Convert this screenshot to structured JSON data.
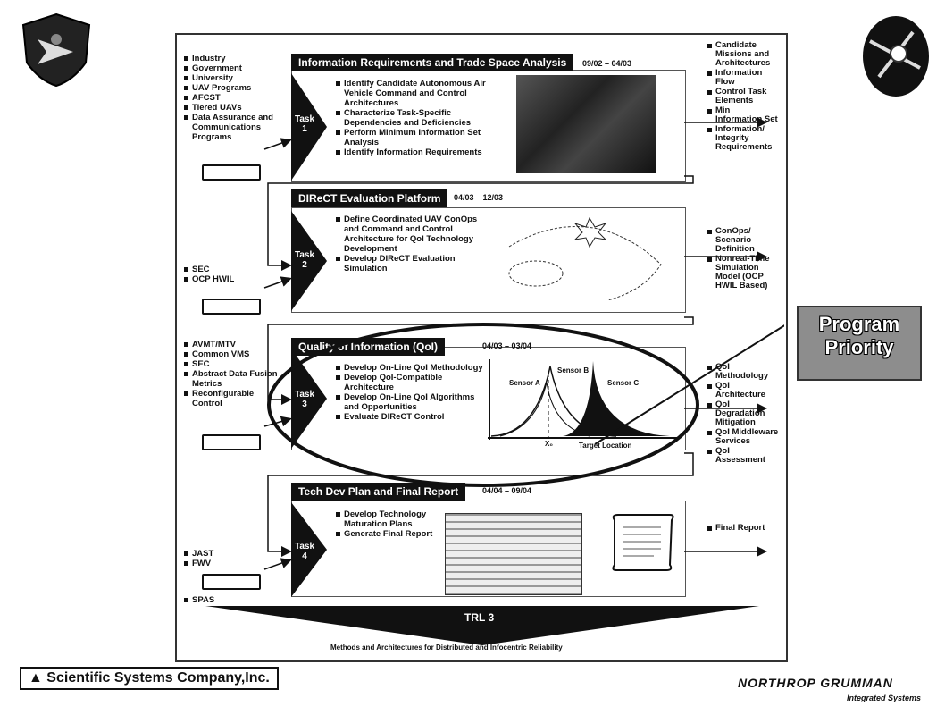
{
  "inputs": {
    "group1": [
      "Industry",
      "Government",
      "University",
      "UAV Programs",
      "AFCST",
      "Tiered UAVs",
      "Data Assurance and Communications Programs"
    ],
    "group2": [
      "SEC",
      "OCP HWIL"
    ],
    "group3": [
      "AVMT/MTV",
      "Common VMS",
      "SEC",
      "Abstract Data Fusion Metrics",
      "Reconfigurable Control"
    ],
    "group4": [
      "JAST",
      "FWV"
    ],
    "group5": [
      "SPAS"
    ]
  },
  "tasks": [
    {
      "title": "Information Requirements and Trade Space Analysis",
      "dates": "09/02 – 04/03",
      "label": "Task 1",
      "bullets": [
        "Identify Candidate Autonomous Air Vehicle Command and Control Architectures",
        "Characterize Task-Specific Dependencies and Deficiencies",
        "Perform Minimum Information Set Analysis",
        "Identify Information Requirements"
      ]
    },
    {
      "title": "DIReCT Evaluation Platform",
      "dates": "04/03 – 12/03",
      "label": "Task 2",
      "bullets": [
        "Define Coordinated UAV ConOps and Command and Control Architecture for QoI Technology Development",
        "Develop DIReCT Evaluation Simulation"
      ]
    },
    {
      "title": "Quality of Information (QoI)",
      "dates": "04/03 – 03/04",
      "label": "Task 3",
      "bullets": [
        "Develop On-Line QoI Methodology",
        "Develop QoI-Compatible Architecture",
        "Develop On-Line QoI Algorithms and Opportunities",
        "Evaluate DIReCT Control"
      ]
    },
    {
      "title": "Tech Dev Plan and Final Report",
      "dates": "04/04 – 09/04",
      "label": "Task 4",
      "bullets": [
        "Develop Technology Maturation Plans",
        "Generate Final Report"
      ]
    }
  ],
  "outputs": {
    "group1": [
      "Candidate Missions and Architectures",
      "Information Flow",
      "Control Task Elements",
      "Min Information Set",
      "Information/ Integrity Requirements"
    ],
    "group2": [
      "ConOps/ Scenario Definition",
      "Nonreal-Time Simulation Model (OCP HWIL Based)"
    ],
    "group3": [
      "QoI Methodology",
      "QoI Architecture",
      "QoI Degradation Mitigation",
      "QoI Middleware Services",
      "QoI Assessment"
    ],
    "group4": [
      "Final Report"
    ]
  },
  "sensor_plot": {
    "labels": [
      "Sensor A",
      "Sensor B",
      "Sensor C"
    ],
    "x0": "X₀",
    "xlabel": "Target Location"
  },
  "program_priority": "Program Priority",
  "trl": "TRL 3",
  "footer": "Methods and Architectures for Distributed and Infocentric Reliability",
  "company_left": "Scientific Systems Company,Inc.",
  "company_right": "NORTHROP GRUMMAN",
  "company_right_sub": "Integrated Systems",
  "colors": {
    "bar": "#111111",
    "priority": "#8d8d8d"
  }
}
